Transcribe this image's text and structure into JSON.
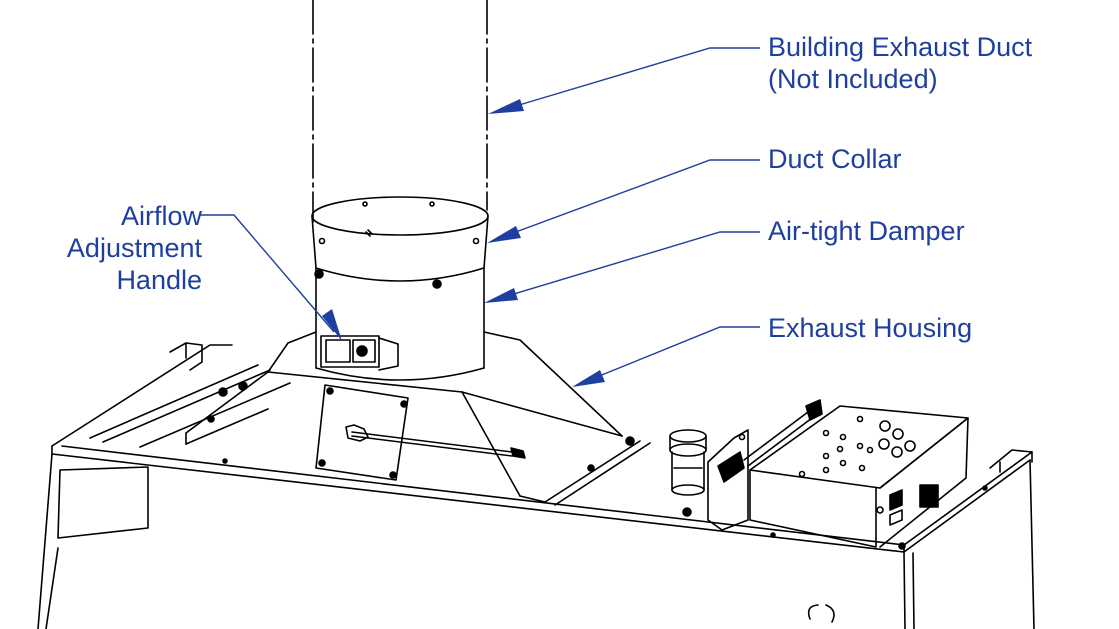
{
  "labels": {
    "building_exhaust_duct_line1": "Building Exhaust Duct",
    "building_exhaust_duct_line2": "(Not Included)",
    "duct_collar": "Duct Collar",
    "air_tight_damper": "Air-tight Damper",
    "exhaust_housing": "Exhaust Housing",
    "airflow_line1": "Airflow",
    "airflow_line2": "Adjustment",
    "airflow_line3": "Handle"
  },
  "colors": {
    "callout_text": "#1f3f9e",
    "leader_line": "#1f3f9e",
    "drawing_line": "#000000"
  }
}
